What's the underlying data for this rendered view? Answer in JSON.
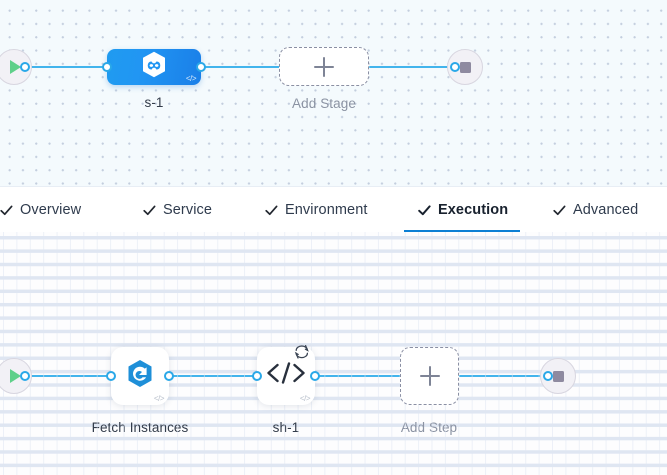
{
  "stage_canvas": {
    "name": "pipeline-stage-canvas",
    "start_node": {
      "icon": "play-icon",
      "label": ""
    },
    "end_node": {
      "icon": "stop-icon",
      "label": ""
    },
    "nodes": [
      {
        "id": "s-1",
        "label": "s-1",
        "type": "stage",
        "icon": "harness-hexagon-icon",
        "badge_icon": "code-icon",
        "color": "#2196f3"
      }
    ],
    "add_stage": {
      "label": "Add Stage",
      "icon": "plus-icon"
    }
  },
  "tabs": {
    "name": "pipeline-config-tabs",
    "active": "Execution",
    "accent_color": "#0b7fd4",
    "items": [
      {
        "label": "Overview",
        "icon": "check-icon",
        "active": false
      },
      {
        "label": "Service",
        "icon": "check-icon",
        "active": false
      },
      {
        "label": "Environment",
        "icon": "check-icon",
        "active": false
      },
      {
        "label": "Execution",
        "icon": "check-icon",
        "active": true
      },
      {
        "label": "Advanced",
        "icon": "check-icon",
        "active": false
      }
    ]
  },
  "step_canvas": {
    "name": "execution-step-canvas",
    "start_node": {
      "icon": "play-icon",
      "label": ""
    },
    "end_node": {
      "icon": "stop-icon",
      "label": ""
    },
    "nodes": [
      {
        "id": "fetch-instances",
        "label": "Fetch Instances",
        "type": "step",
        "icon": "azure-webapp-icon",
        "badge_icon": "code-icon",
        "has_retry": false
      },
      {
        "id": "sh-1",
        "label": "sh-1",
        "type": "step",
        "icon": "shell-script-code-icon",
        "badge_icon": "code-icon",
        "has_retry": true,
        "retry_icon": "retry-loop-icon"
      }
    ],
    "add_step": {
      "label": "Add Step",
      "icon": "plus-icon"
    }
  },
  "colors": {
    "connector": "#42b4ec",
    "port_border": "#2aa8e8",
    "tab_accent": "#0b7fd4",
    "stage_node": "#2196f3",
    "play": "#5fd08a",
    "stop": "#8e8aa0"
  }
}
